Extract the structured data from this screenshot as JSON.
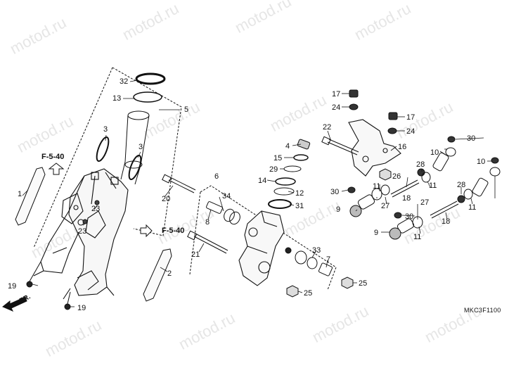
{
  "diagram": {
    "watermark": "motod.ru",
    "drawing_code": "MKC3F1100",
    "front_marker": "FR.",
    "references": [
      "F-5-40",
      "F-5-40"
    ],
    "callouts": [
      {
        "id": "c32",
        "text": "32"
      },
      {
        "id": "c13",
        "text": "13"
      },
      {
        "id": "c5",
        "text": "5"
      },
      {
        "id": "c3a",
        "text": "3"
      },
      {
        "id": "c3b",
        "text": "3"
      },
      {
        "id": "c1",
        "text": "1"
      },
      {
        "id": "c23a",
        "text": "23"
      },
      {
        "id": "c23b",
        "text": "23"
      },
      {
        "id": "c20",
        "text": "20"
      },
      {
        "id": "c2",
        "text": "2"
      },
      {
        "id": "c19a",
        "text": "19"
      },
      {
        "id": "c19b",
        "text": "19"
      },
      {
        "id": "c6",
        "text": "6"
      },
      {
        "id": "c34",
        "text": "34"
      },
      {
        "id": "c8",
        "text": "8"
      },
      {
        "id": "c21",
        "text": "21"
      },
      {
        "id": "c33",
        "text": "33"
      },
      {
        "id": "c7",
        "text": "7"
      },
      {
        "id": "c25a",
        "text": "25"
      },
      {
        "id": "c25b",
        "text": "25"
      },
      {
        "id": "c4",
        "text": "4"
      },
      {
        "id": "c15",
        "text": "15"
      },
      {
        "id": "c29",
        "text": "29"
      },
      {
        "id": "c14",
        "text": "14"
      },
      {
        "id": "c12",
        "text": "12"
      },
      {
        "id": "c31",
        "text": "31"
      },
      {
        "id": "c17a",
        "text": "17"
      },
      {
        "id": "c24a",
        "text": "24"
      },
      {
        "id": "c17b",
        "text": "17"
      },
      {
        "id": "c24b",
        "text": "24"
      },
      {
        "id": "c22",
        "text": "22"
      },
      {
        "id": "c16",
        "text": "16"
      },
      {
        "id": "c26",
        "text": "26"
      },
      {
        "id": "c30a",
        "text": "30"
      },
      {
        "id": "c30b",
        "text": "30"
      },
      {
        "id": "c30c",
        "text": "30"
      },
      {
        "id": "c10a",
        "text": "10"
      },
      {
        "id": "c10b",
        "text": "10"
      },
      {
        "id": "c28a",
        "text": "28"
      },
      {
        "id": "c28b",
        "text": "28"
      },
      {
        "id": "c11a",
        "text": "11"
      },
      {
        "id": "c11b",
        "text": "11"
      },
      {
        "id": "c11c",
        "text": "11"
      },
      {
        "id": "c11d",
        "text": "11"
      },
      {
        "id": "c18a",
        "text": "18"
      },
      {
        "id": "c18b",
        "text": "18"
      },
      {
        "id": "c27a",
        "text": "27"
      },
      {
        "id": "c27b",
        "text": "27"
      },
      {
        "id": "c9a",
        "text": "9"
      },
      {
        "id": "c9b",
        "text": "9"
      }
    ]
  }
}
